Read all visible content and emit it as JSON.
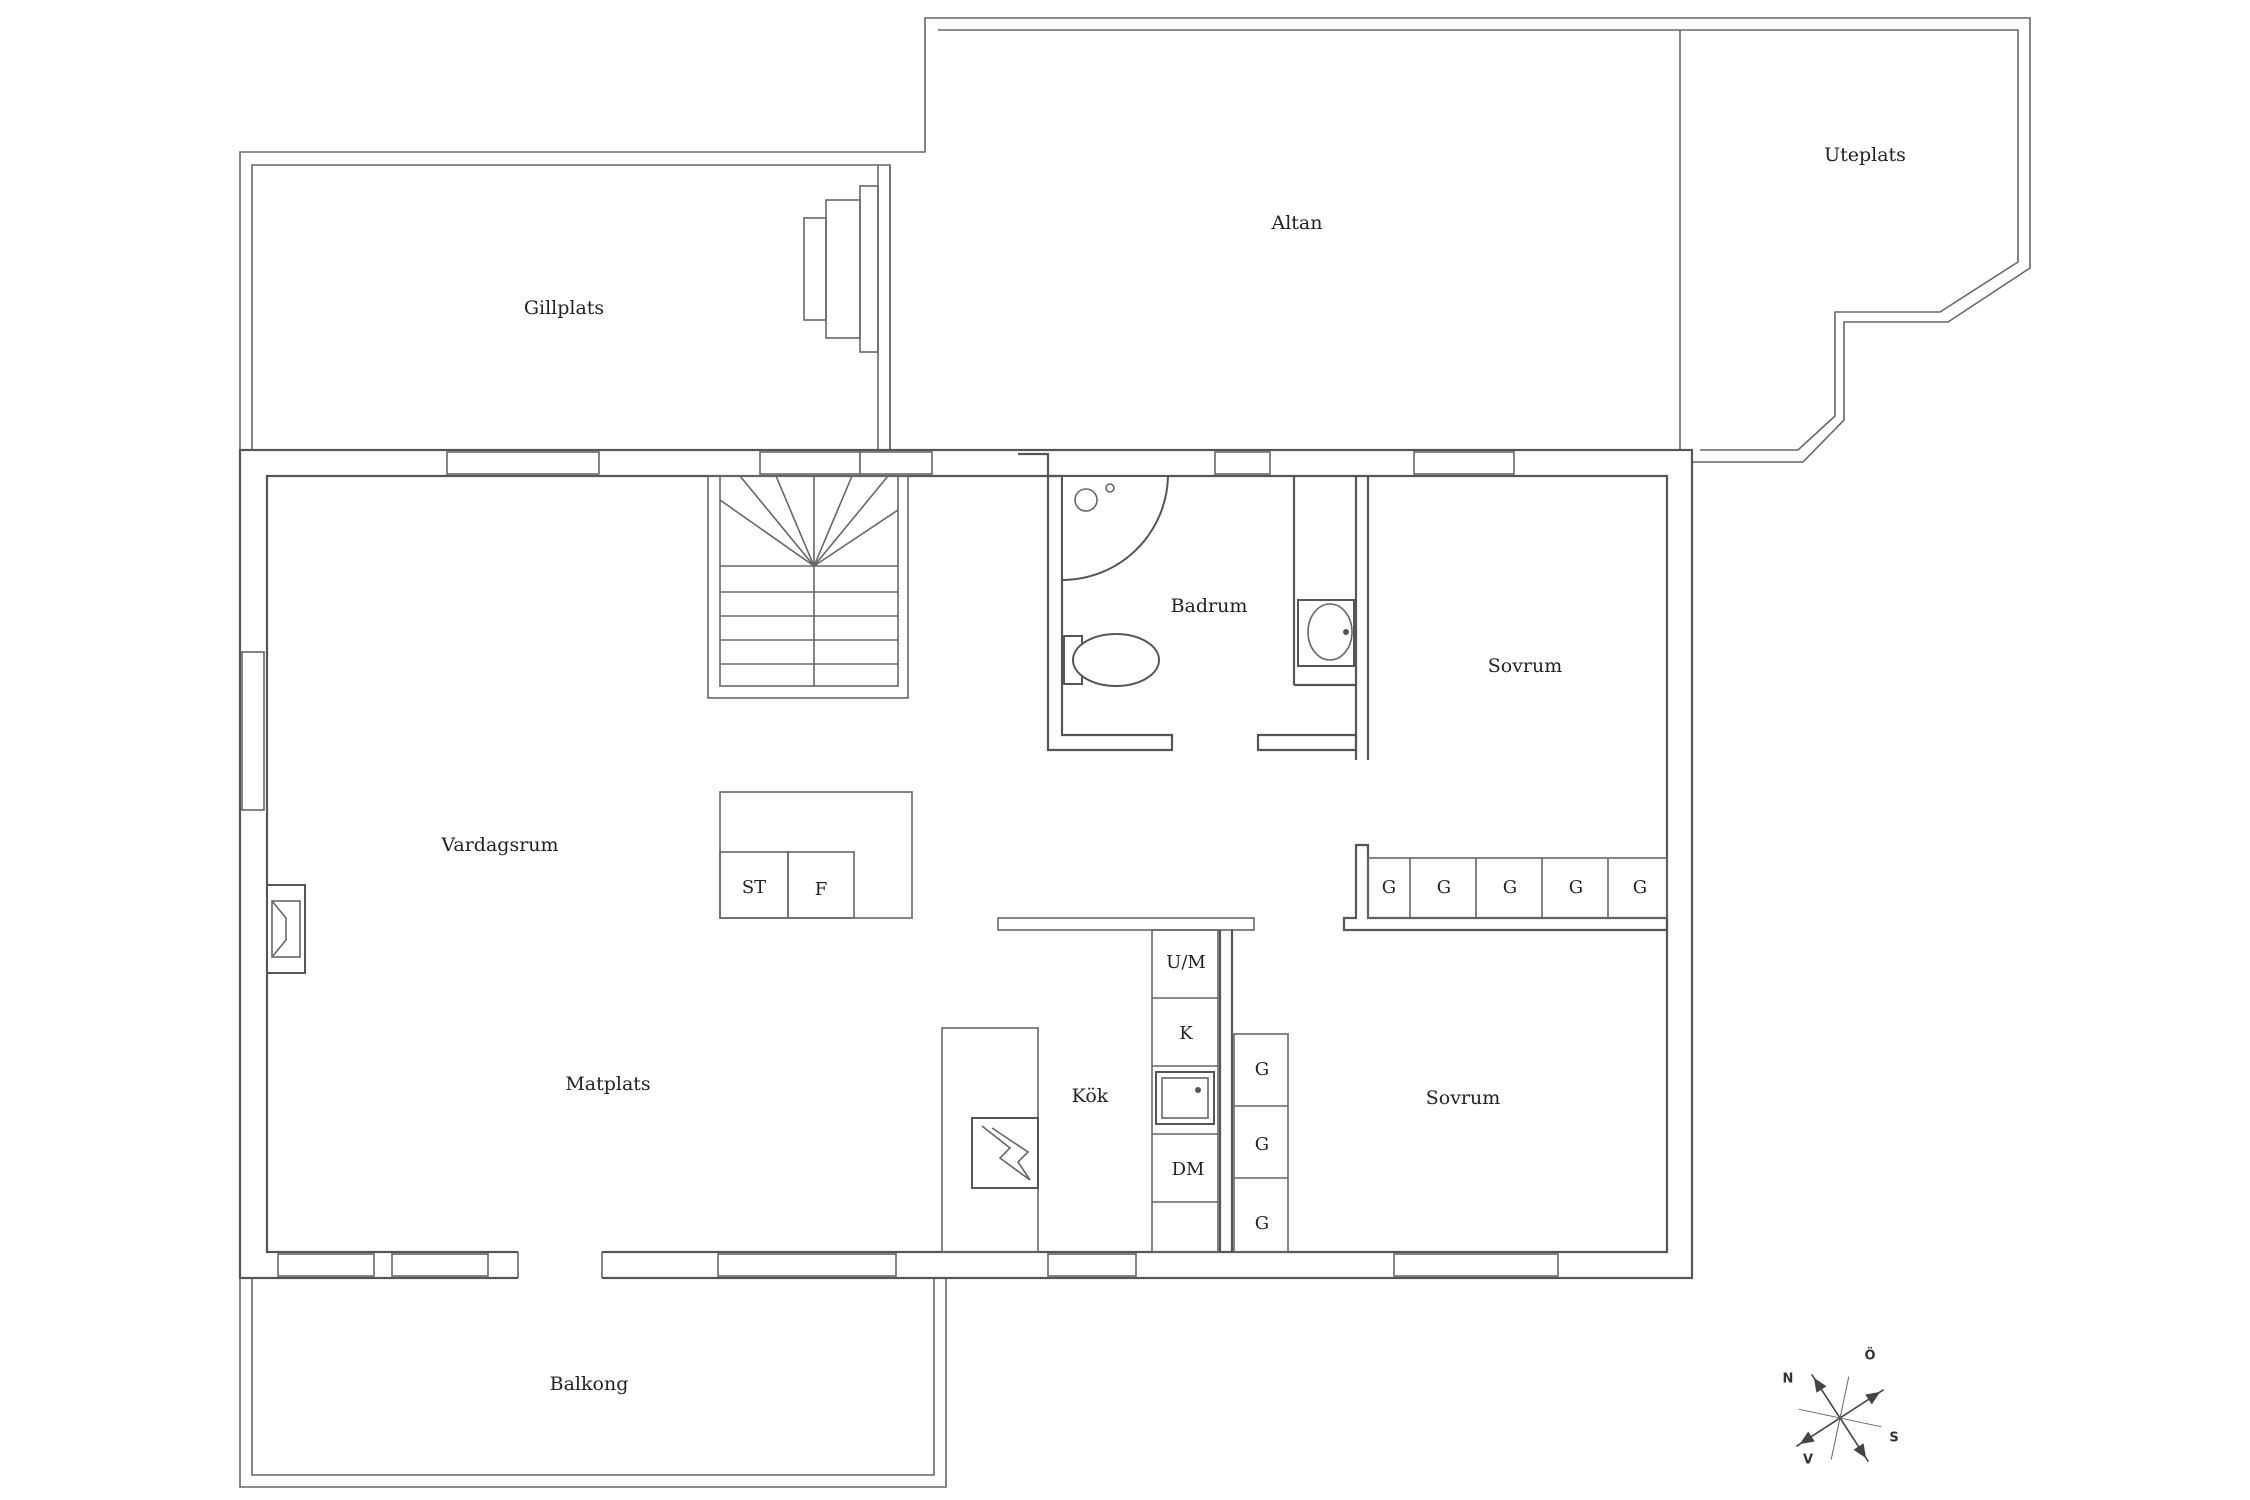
{
  "rooms": {
    "gillplats": "Gillplats",
    "altan": "Altan",
    "uteplats": "Uteplats",
    "badrum": "Badrum",
    "sovrum_upper": "Sovrum",
    "sovrum_lower": "Sovrum",
    "vardagsrum": "Vardagsrum",
    "matplats": "Matplats",
    "kok": "Kök",
    "balkong": "Balkong"
  },
  "fixtures": {
    "stove_top": "ST",
    "fridge": "F",
    "fridge_freezer": "U/M",
    "fridge_k": "K",
    "dishwasher": "DM",
    "wardrobe_upper": [
      "G",
      "G",
      "G",
      "G",
      "G"
    ],
    "wardrobe_lower": [
      "G",
      "G",
      "G"
    ]
  },
  "compass": {
    "north": "N",
    "east": "Ö",
    "south": "S",
    "west": "V"
  }
}
